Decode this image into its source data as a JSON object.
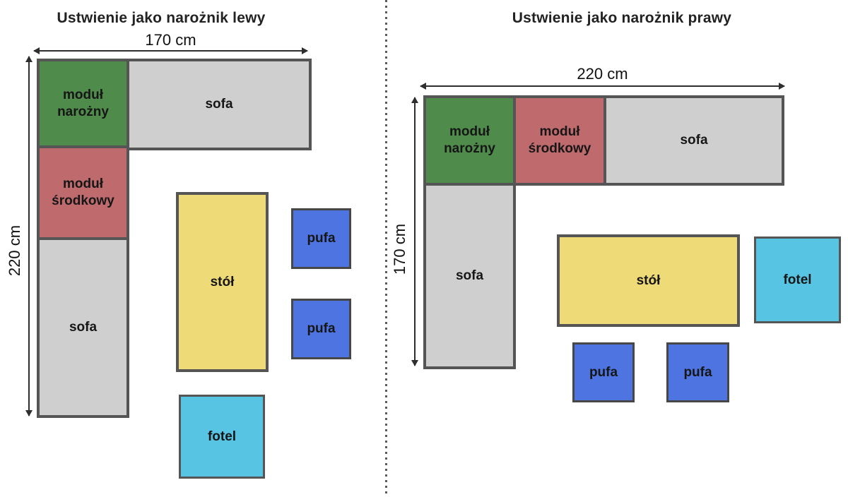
{
  "left_panel": {
    "title": "Ustwienie jako narożnik lewy",
    "width_label": "170 cm",
    "height_label": "220 cm",
    "labels": {
      "corner_module": "moduł narożny",
      "middle_module": "moduł środkowy",
      "sofa_horizontal": "sofa",
      "sofa_vertical": "sofa",
      "table": "stół",
      "pouf_1": "pufa",
      "pouf_2": "pufa",
      "armchair": "fotel"
    }
  },
  "right_panel": {
    "title": "Ustwienie jako narożnik prawy",
    "width_label": "220 cm",
    "height_label": "170 cm",
    "labels": {
      "corner_module": "moduł narożny",
      "middle_module": "moduł środkowy",
      "sofa_horizontal": "sofa",
      "sofa_vertical": "sofa",
      "table": "stół",
      "pouf_1": "pufa",
      "pouf_2": "pufa",
      "armchair": "fotel"
    }
  },
  "colors": {
    "corner_module": "#4f8b4b",
    "middle_module": "#bf6a6d",
    "sofa": "#cfcfcf",
    "table": "#eeda76",
    "pouf": "#4d74e0",
    "armchair": "#57c4e3",
    "border": "#555555",
    "background": "#ffffff"
  }
}
